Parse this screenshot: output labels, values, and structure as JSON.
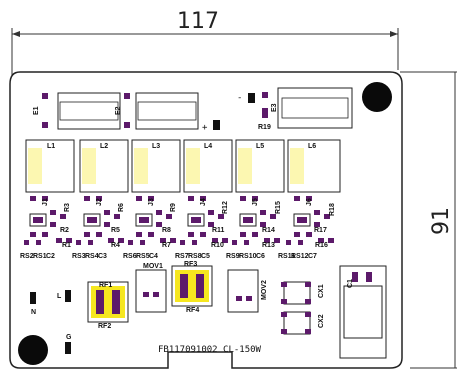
{
  "dimensions": {
    "width_label": "117",
    "height_label": "91"
  },
  "board_marking": "FB117091002 CL-150W",
  "polarity_symbols": {
    "plus": "+",
    "minus": "-"
  },
  "caps": {
    "e1": "E1",
    "e2": "E2",
    "e3": "E3"
  },
  "inductors": [
    "L1",
    "L2",
    "L3",
    "L4",
    "L5",
    "L6"
  ],
  "leds": [
    "J1",
    "J2",
    "J3",
    "J4",
    "J5",
    "J6"
  ],
  "resistors_top": [
    "R2",
    "R3",
    "R5",
    "R6",
    "R8",
    "R9",
    "R11",
    "R12",
    "R14",
    "R15",
    "R17",
    "R18"
  ],
  "resistors_bottom": [
    "R1",
    "R4",
    "R7",
    "R10",
    "R13",
    "R16"
  ],
  "bottom_labels": [
    "RS2",
    "RS1",
    "C2",
    "RS3",
    "RS4",
    "C3",
    "RS6",
    "RS5",
    "C4",
    "RS7",
    "RS8",
    "C5",
    "RS9",
    "RS10",
    "C6",
    "RS11",
    "RS12",
    "C7"
  ],
  "r19": "R19",
  "varistors": {
    "mov1": "MOV1",
    "mov2": "MOV2"
  },
  "rf": {
    "rf1": "RF1",
    "rf2": "RF2",
    "rf3": "RF3",
    "rf4": "RF4"
  },
  "ac": {
    "n": "N",
    "l": "L",
    "g": "G"
  },
  "cx": {
    "cx1": "CX1",
    "cx2": "CX2"
  },
  "c1": "C1",
  "colors": {
    "pad": "#5c1a6a",
    "highlight": "#f6e71f",
    "silk": "#111111",
    "board_edge": "#222222"
  }
}
